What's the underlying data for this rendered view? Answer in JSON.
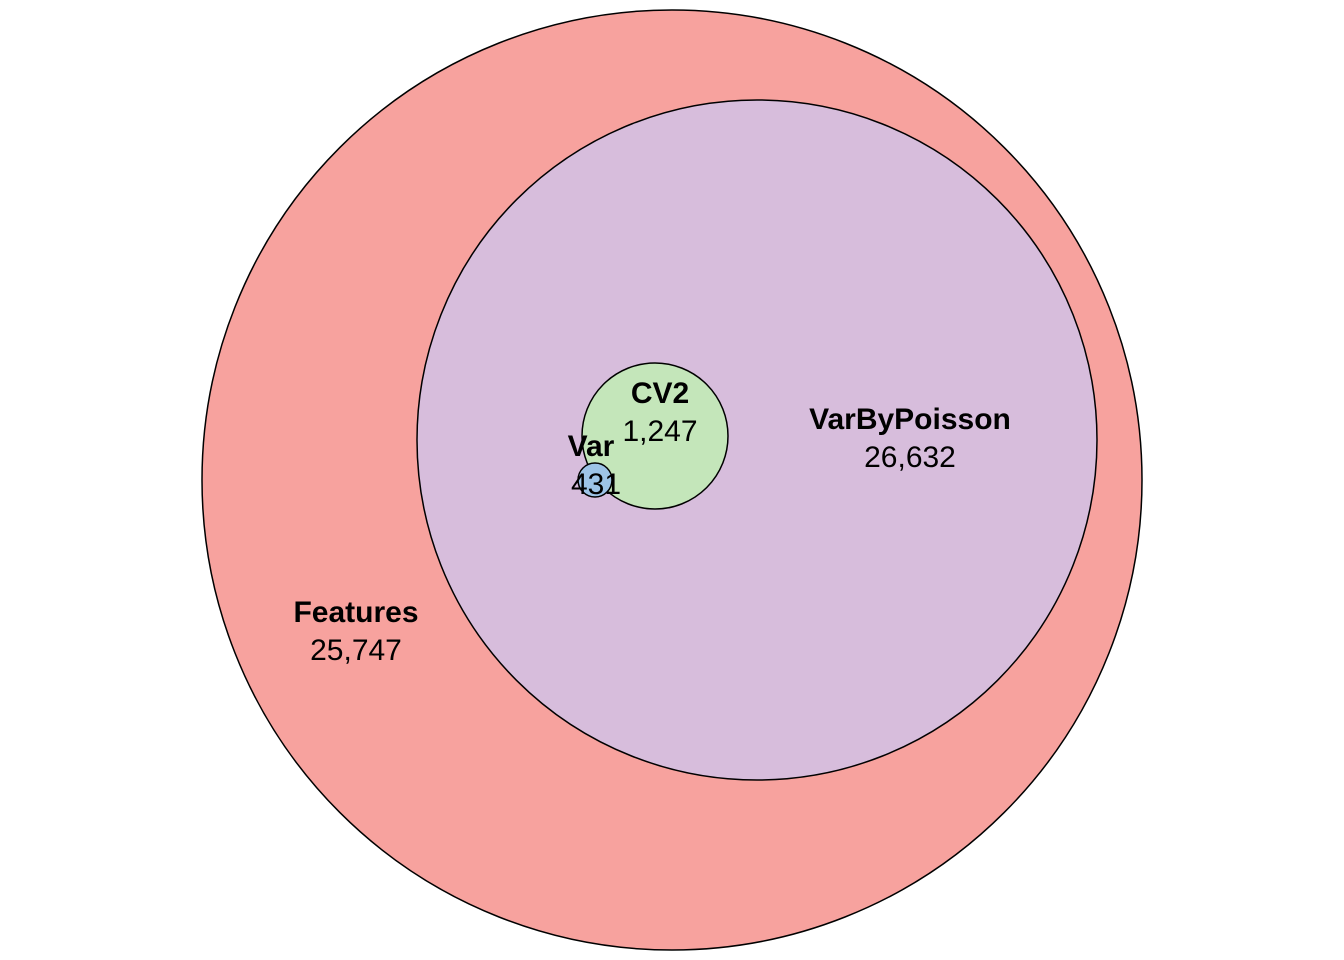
{
  "diagram": {
    "type": "euler",
    "sets": [
      {
        "id": "features",
        "name": "Features",
        "count": "25,747",
        "color": "#F7A29E"
      },
      {
        "id": "varbypoisson",
        "name": "VarByPoisson",
        "count": "26,632",
        "color": "#D7BDDC"
      },
      {
        "id": "cv2",
        "name": "CV2",
        "count": "1,247",
        "color": "#C4E6BA"
      },
      {
        "id": "var",
        "name": "Var",
        "count": "431",
        "color": "#9DC3E6"
      }
    ],
    "colors": {
      "stroke": "#000000",
      "background": "#FFFFFF"
    }
  }
}
